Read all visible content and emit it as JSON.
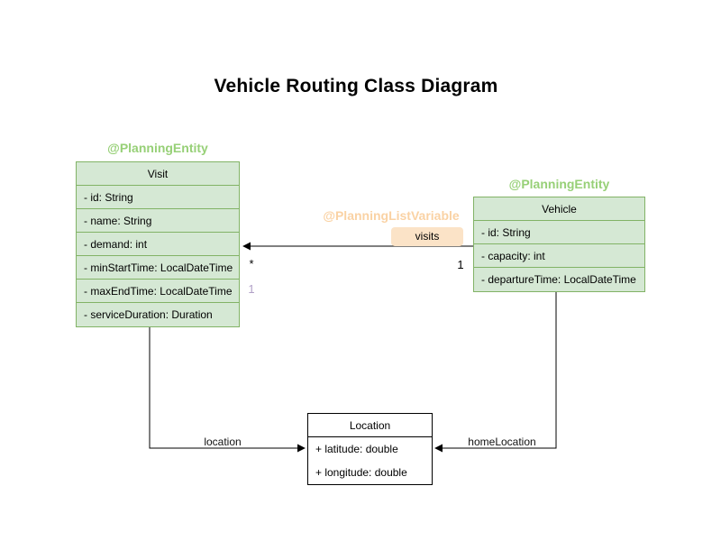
{
  "title": "Vehicle Routing Class Diagram",
  "colors": {
    "class_fill": "#d5e8d4",
    "class_border": "#82b366",
    "stereotype_green": "#97d077",
    "annotation_peach": "#fad2a4",
    "visits_label_bg": "#fbe3c7",
    "location_fill": "#ffffff",
    "location_border": "#000000",
    "multiplicity_muted": "#b1a0c7",
    "edge_color": "#000000"
  },
  "classes": {
    "visit": {
      "stereotype": "@PlanningEntity",
      "name": "Visit",
      "attributes": [
        "- id: String",
        "- name: String",
        "- demand: int",
        "- minStartTime: LocalDateTime",
        "- maxEndTime: LocalDateTime",
        "- serviceDuration: Duration"
      ]
    },
    "vehicle": {
      "stereotype": "@PlanningEntity",
      "name": "Vehicle",
      "attributes": [
        "- id: String",
        "- capacity: int",
        "- departureTime: LocalDateTime"
      ]
    },
    "location": {
      "name": "Location",
      "attributes": [
        "+ latitude: double",
        "+ longitude: double"
      ]
    }
  },
  "associations": {
    "visits": {
      "annotation": "@PlanningListVariable",
      "label": "visits",
      "multiplicity_target": "*",
      "multiplicity_source": "1",
      "multiplicity_extra": "1"
    },
    "location": {
      "label": "location"
    },
    "homeLocation": {
      "label": "homeLocation"
    }
  }
}
